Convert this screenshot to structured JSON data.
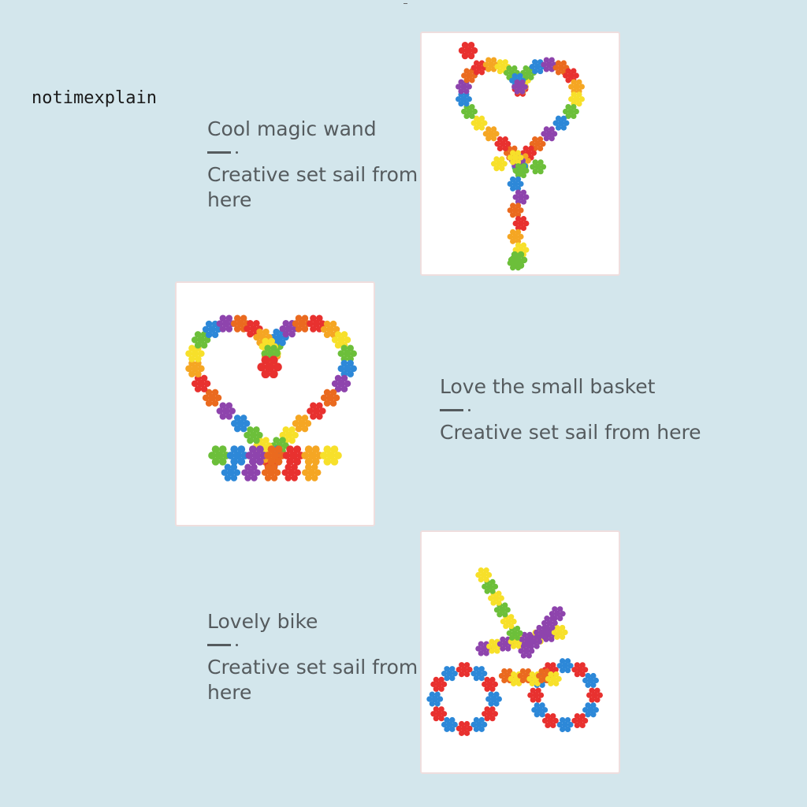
{
  "watermark": "notimexplain",
  "sections": [
    {
      "title": "Cool magic wand",
      "subtitle": "Creative set sail from here",
      "image": "magic-wand-toy-photo"
    },
    {
      "title": "Love the small basket",
      "subtitle": "Creative set sail from here",
      "image": "heart-basket-toy-photo"
    },
    {
      "title": "Lovely bike",
      "subtitle": "Creative set sail from here",
      "image": "bike-toy-photo"
    }
  ],
  "colors": {
    "background": "#d3e6ec",
    "text": "#555b5e",
    "pieces": [
      "#e8312f",
      "#f5a623",
      "#f7e02a",
      "#6cbf3a",
      "#2d88d8",
      "#8e44ad",
      "#ea6a1f"
    ]
  }
}
